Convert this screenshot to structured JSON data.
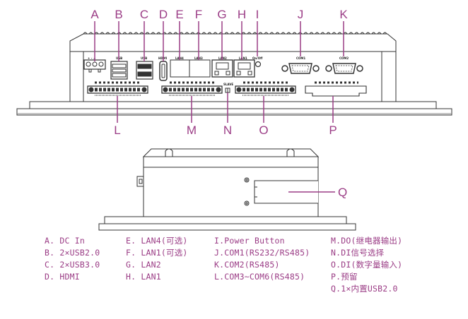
{
  "callouts": {
    "A": "A",
    "B": "B",
    "C": "C",
    "D": "D",
    "E": "E",
    "F": "F",
    "G": "G",
    "H": "H",
    "I": "I",
    "J": "J",
    "K": "K",
    "L": "L",
    "M": "M",
    "N": "N",
    "O": "O",
    "P": "P",
    "Q": "Q"
  },
  "port_labels": {
    "dc_polarity": "+ - ⏚",
    "usb_b": "USB",
    "usb_c": "USB",
    "hdmi": "HDMI",
    "lan_e": "LAN4",
    "lan_f": "LAN3",
    "lan_g": "LAN2",
    "lan_h": "LAN1",
    "power": "On/Off",
    "com1": "COM1",
    "com2": "COM2",
    "di_select": "SLAVE"
  },
  "legend": {
    "columns": [
      [
        "A. DC In",
        "B. 2×USB2.0",
        "C. 2×USB3.0",
        "D. HDMI"
      ],
      [
        "E. LAN4(可选)",
        "F. LAN1(可选)",
        "G. LAN2",
        "H. LAN1"
      ],
      [
        "I.Power Button",
        "J.COM1(RS232/RS485)",
        "K.COM2(RS485)",
        "L.COM3~COM6(RS485)"
      ],
      [
        "M.DO(继电器输出)",
        "N.DI信号选择",
        "O.DI(数字量输入)",
        "P.预留",
        "Q.1×内置USB2.0"
      ]
    ]
  },
  "colors": {
    "accent": "#9b3d86",
    "line": "#333333",
    "fill": "#ffffff"
  }
}
